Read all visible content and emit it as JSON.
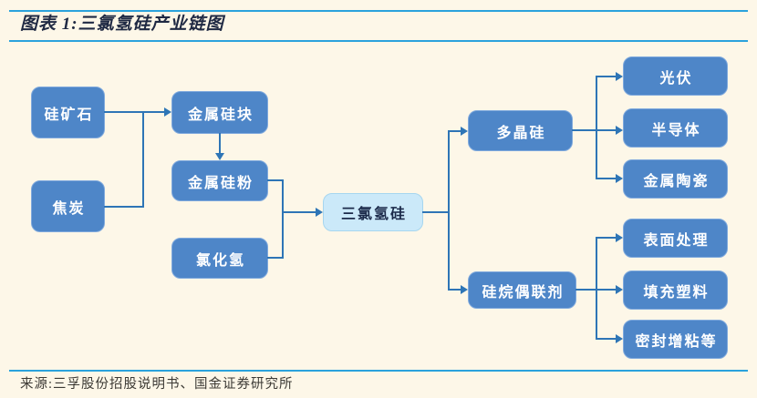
{
  "header": {
    "title": "图表 1:三氯氢硅产业链图"
  },
  "footer": {
    "source": "来源:三孚股份招股说明书、国金证券研究所"
  },
  "nodes": {
    "silicon_ore": "硅矿石",
    "coke": "焦炭",
    "metal_silicon_block": "金属硅块",
    "metal_silicon_powder": "金属硅粉",
    "hydrogen_chloride": "氯化氢",
    "trichlorosilane": "三氯氢硅",
    "polysilicon": "多晶硅",
    "silane_coupling_agent": "硅烷偶联剂",
    "photovoltaic": "光伏",
    "semiconductor": "半导体",
    "metal_ceramics": "金属陶瓷",
    "surface_treatment": "表面处理",
    "filled_plastics": "填充塑料",
    "sealing_adhesion": "密封增粘等"
  },
  "edges": [
    {
      "from": "硅矿石",
      "to": "金属硅块"
    },
    {
      "from": "焦炭",
      "to": "金属硅块"
    },
    {
      "from": "金属硅块",
      "to": "金属硅粉"
    },
    {
      "from": "金属硅粉",
      "to": "三氯氢硅"
    },
    {
      "from": "氯化氢",
      "to": "三氯氢硅"
    },
    {
      "from": "三氯氢硅",
      "to": "多晶硅"
    },
    {
      "from": "三氯氢硅",
      "to": "硅烷偶联剂"
    },
    {
      "from": "多晶硅",
      "to": "光伏"
    },
    {
      "from": "多晶硅",
      "to": "半导体"
    },
    {
      "from": "多晶硅",
      "to": "金属陶瓷"
    },
    {
      "from": "硅烷偶联剂",
      "to": "表面处理"
    },
    {
      "from": "硅烷偶联剂",
      "to": "填充塑料"
    },
    {
      "from": "硅烷偶联剂",
      "to": "密封增粘等"
    }
  ],
  "colors": {
    "background": "#fdf7e8",
    "node_fill": "#4e86c8",
    "node_border": "#7fa9dd",
    "highlight_fill": "#cbe9f9",
    "highlight_border": "#a6d6ef",
    "connector": "#2e75b6",
    "accent_line": "#2ba2dc",
    "title_color": "#1f2943",
    "node_text": "#ffffff",
    "highlight_text": "#1b2a4a",
    "source_color": "#3c3a35"
  }
}
